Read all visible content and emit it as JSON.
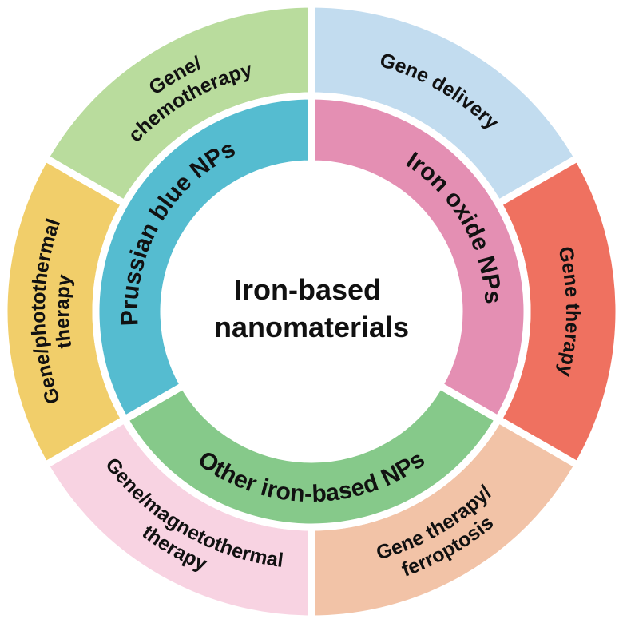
{
  "center": {
    "lines": [
      "Iron-based",
      "nanomaterials"
    ]
  },
  "inner_ring": [
    {
      "key": "iron-oxide",
      "label": "Iron oxide NPs",
      "color": "#e48fb3"
    },
    {
      "key": "other-iron",
      "label": "Other iron-based NPs",
      "color": "#86c98a"
    },
    {
      "key": "prussian-blue",
      "label": "Prussian blue NPs",
      "color": "#55bcd0"
    }
  ],
  "outer_ring": [
    {
      "key": "gene-delivery",
      "lines": [
        "Gene delivery"
      ],
      "color": "#c2dcef"
    },
    {
      "key": "gene-therapy",
      "lines": [
        "Gene therapy"
      ],
      "color": "#ef7160"
    },
    {
      "key": "gene-therapy-ferroptosis",
      "lines": [
        "Gene therapy/",
        "ferroptosis"
      ],
      "color": "#f2c3a7"
    },
    {
      "key": "gene-magnetothermal",
      "lines": [
        "Gene/magnetothermal",
        "therapy"
      ],
      "color": "#f8d3e2"
    },
    {
      "key": "gene-photothermal",
      "lines": [
        "Gene/photothermal",
        "therapy"
      ],
      "color": "#f1ce6a"
    },
    {
      "key": "gene-chemotherapy",
      "lines": [
        "Gene/",
        "chemotherapy"
      ],
      "color": "#b9dc9d"
    }
  ]
}
